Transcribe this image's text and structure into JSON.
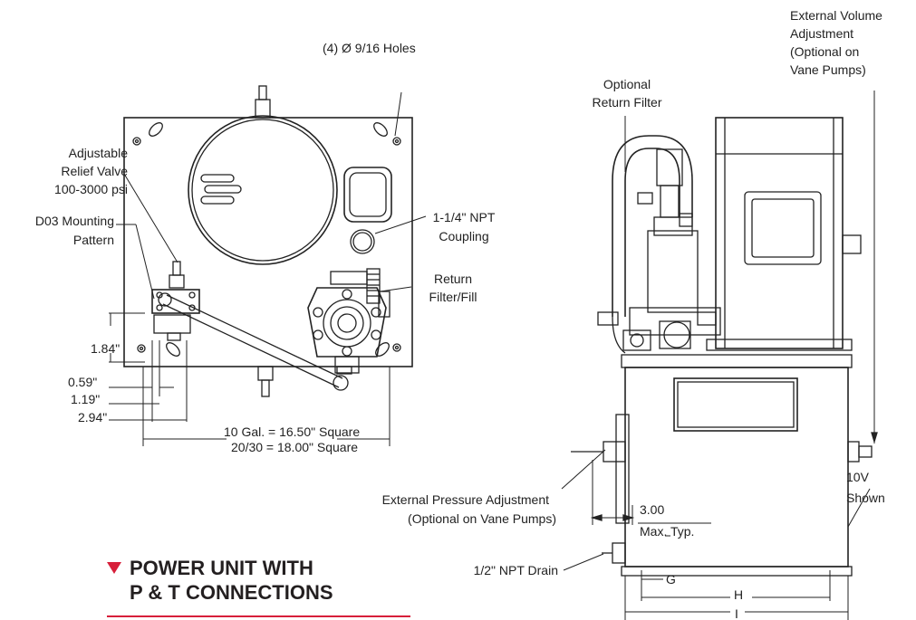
{
  "labels": {
    "holes": "(4) Ø 9/16 Holes",
    "relief_valve": [
      "Adjustable",
      "Relief Valve",
      "100-3000 psi"
    ],
    "d03": [
      "D03 Mounting",
      "Pattern"
    ],
    "coupling": [
      "1-1/4\" NPT",
      "Coupling"
    ],
    "return_fill": [
      "Return",
      "Filter/Fill"
    ],
    "optional_filter": [
      "Optional",
      "Return Filter"
    ],
    "ext_volume": [
      "External Volume",
      "Adjustment",
      "(Optional on",
      "Vane Pumps)"
    ],
    "ext_pressure": [
      "External Pressure Adjustment",
      "(Optional on Vane Pumps)"
    ],
    "drain": "1/2\" NPT Drain",
    "shown": [
      "10V",
      "Shown"
    ],
    "max_typ": [
      "3.00",
      "Max. Typ."
    ]
  },
  "dimensions": {
    "d1": "1.84\"",
    "d2": "0.59\"",
    "d3": "1.19\"",
    "d4": "2.94\"",
    "square1": "10 Gal. = 16.50\" Square",
    "square2": "20/30 = 18.00\" Square",
    "g": "G",
    "h": "H",
    "i": "I"
  },
  "heading": {
    "line1": "POWER UNIT WITH",
    "line2": "P & T CONNECTIONS"
  },
  "colors": {
    "accent": "#d71f3a",
    "line": "#222222"
  }
}
